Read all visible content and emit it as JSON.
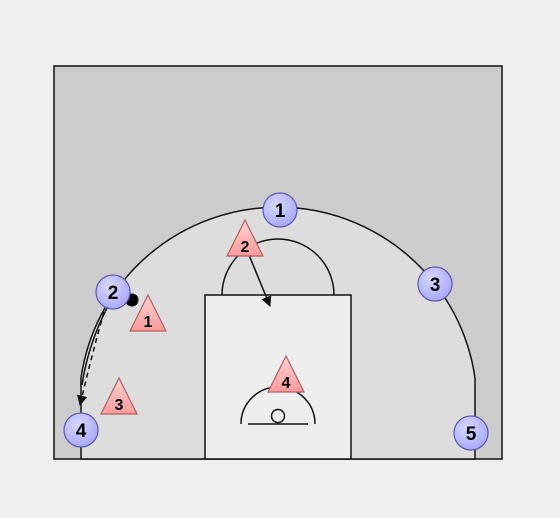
{
  "colors": {
    "page_background": "#efefef",
    "outer_court": "#cccccc",
    "inner_court": "#dddddd",
    "paint": "#eeeeee",
    "line": "#111111",
    "offense_fill": "#a9a9ff",
    "offense_fill_light": "#d8d8ff",
    "defense_fill": "#ff9a9a",
    "defense_fill_light": "#ffd2d2",
    "ball": "#000000"
  },
  "offense": [
    {
      "id": "offense-1",
      "label": "1"
    },
    {
      "id": "offense-2",
      "label": "2"
    },
    {
      "id": "offense-3",
      "label": "3"
    },
    {
      "id": "offense-4",
      "label": "4"
    },
    {
      "id": "offense-5",
      "label": "5"
    }
  ],
  "defense": [
    {
      "id": "defense-1",
      "label": "1"
    },
    {
      "id": "defense-2",
      "label": "2"
    },
    {
      "id": "defense-3",
      "label": "3"
    },
    {
      "id": "defense-4",
      "label": "4"
    }
  ],
  "actions": [
    {
      "id": "pass-2-to-4",
      "type": "pass",
      "style": "dashed",
      "from": "offense-2",
      "to": "offense-4"
    },
    {
      "id": "cut-defender-2",
      "type": "move",
      "style": "solid",
      "from": "defense-2",
      "to": "paint"
    }
  ]
}
